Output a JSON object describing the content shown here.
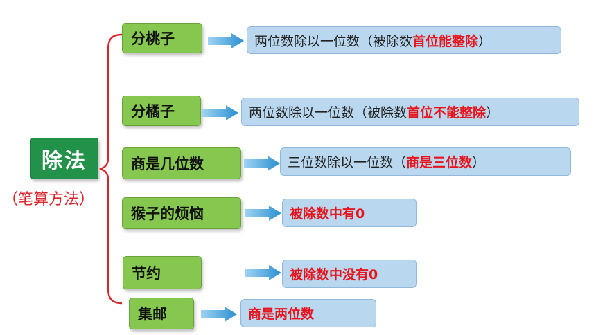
{
  "root": {
    "title": "除法",
    "subtitle": "（笔算方法）"
  },
  "colors": {
    "node_green": "#86c74f",
    "root_green": "#22924a",
    "desc_blue": "#b9d8ef",
    "arrow_blue": "#3a9fd9",
    "highlight_red": "#e8141c",
    "brace_red": "#d9262a"
  },
  "branches": [
    {
      "label": "分桃子",
      "desc_plain": "两位数除以一位数（被除数",
      "desc_red": "首位能整除",
      "desc_tail": "）"
    },
    {
      "label": "分橘子",
      "desc_plain": "两位数除以一位数（被除数",
      "desc_red": "首位不能整除",
      "desc_tail": "）"
    },
    {
      "label": "商是几位数",
      "desc_plain": "三位数除以一位数（",
      "desc_red": "商是三位数",
      "desc_tail": "）"
    },
    {
      "label": "猴子的烦恼",
      "desc_plain": "",
      "desc_red": "被除数中有0",
      "desc_tail": ""
    },
    {
      "label": "节约",
      "desc_plain": "",
      "desc_red": "被除数中没有0",
      "desc_tail": ""
    },
    {
      "label": "集邮",
      "desc_plain": "",
      "desc_red": "商是两位数",
      "desc_tail": ""
    }
  ]
}
